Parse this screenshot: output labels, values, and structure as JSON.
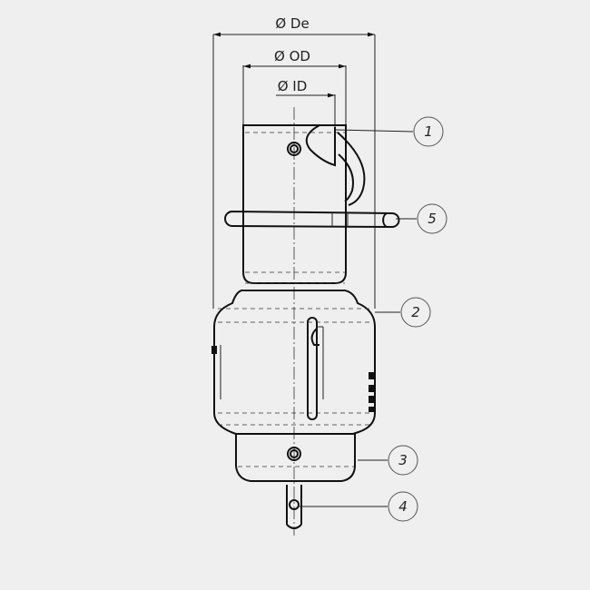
{
  "dimensions": {
    "de": "Ø De",
    "od": "Ø OD",
    "id": "Ø ID"
  },
  "callouts": [
    {
      "number": "1"
    },
    {
      "number": "5"
    },
    {
      "number": "2"
    },
    {
      "number": "3"
    },
    {
      "number": "4"
    }
  ],
  "colors": {
    "background": "#efefef",
    "line": "#111111"
  }
}
